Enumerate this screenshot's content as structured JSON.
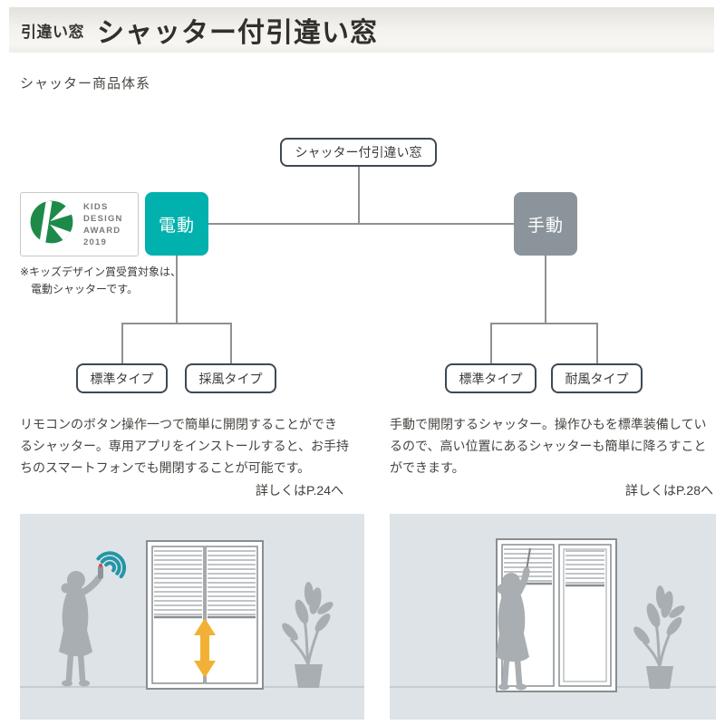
{
  "header": {
    "category": "引違い窓",
    "title": "シャッター付引違い窓"
  },
  "section_title": "シャッター商品体系",
  "diagram": {
    "root": "シャッター付引違い窓",
    "node_border_color": "#3d4954",
    "connector_color": "#8c9196",
    "electric": {
      "label": "電動",
      "color": "#00b1ad",
      "children": [
        "標準タイプ",
        "採風タイプ"
      ]
    },
    "manual": {
      "label": "手動",
      "color": "#8b949b",
      "children": [
        "標準タイプ",
        "耐風タイプ"
      ]
    },
    "award": {
      "icon": "kids-design-k-icon",
      "logo_color": "#1e8a4a",
      "logo_text": [
        "KIDS",
        "DESIGN",
        "AWARD",
        "2019"
      ],
      "note": [
        "※キッズデザイン賞受賞対象は、",
        "電動シャッターです。"
      ]
    }
  },
  "columns": [
    {
      "id": "electric",
      "lines": [
        "リモコンのボタン操作一つで簡単に開閉することができ",
        "るシャッター。専用アプリをインストールすると、お手持",
        "ちのスマートフォンでも開閉することが可能です。"
      ],
      "more": "詳しくはP.24へ",
      "illustration": {
        "background": "#dde3e6",
        "icons": [
          "person-silhouette",
          "remote-control-icon",
          "wifi-signal-icon",
          "shutter-window",
          "up-down-arrow-icon",
          "plant-silhouette"
        ],
        "wifi_color": "#2196a6",
        "arrow_color": "#f2b135"
      }
    },
    {
      "id": "manual",
      "lines": [
        "手動で開閉するシャッター。操作ひもを標準装備してい",
        "るので、高い位置にあるシャッターも簡単に降ろすこと",
        "ができます。"
      ],
      "more": "詳しくはP.28へ",
      "illustration": {
        "background": "#dde3e6",
        "icons": [
          "person-silhouette",
          "pull-cord-icon",
          "shutter-window",
          "plant-silhouette"
        ]
      }
    }
  ]
}
